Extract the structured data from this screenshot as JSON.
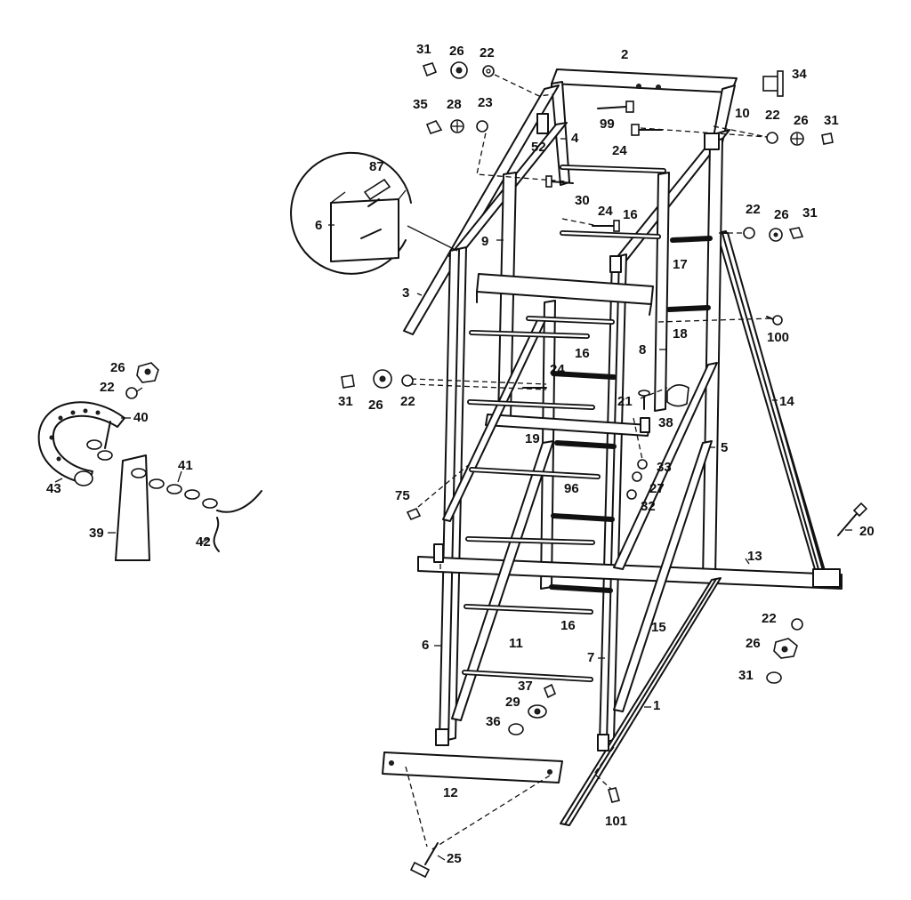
{
  "callouts": {
    "c2": "2",
    "c34": "34",
    "c10": "10",
    "c22a": "22",
    "c26a": "26",
    "c31a": "31",
    "c31b": "31",
    "c26b": "26",
    "c22b": "22",
    "c35": "35",
    "c28": "28",
    "c23": "23",
    "c99": "99",
    "c4": "4",
    "c52": "52",
    "c24a": "24",
    "c87": "87",
    "c6a": "6",
    "c30": "30",
    "c24b": "24",
    "c16a": "16",
    "c22c": "22",
    "c26c": "26",
    "c31c": "31",
    "c9": "9",
    "c3": "3",
    "c17": "17",
    "c100": "100",
    "c18": "18",
    "c16b": "16",
    "c8": "8",
    "c24c": "24",
    "c31d": "31",
    "c26d": "26",
    "c22d": "22",
    "c21": "21",
    "c14": "14",
    "c38": "38",
    "c19": "19",
    "c5": "5",
    "c33": "33",
    "c27": "27",
    "c96": "96",
    "c32": "32",
    "c75": "75",
    "c20": "20",
    "c13": "13",
    "c16c": "16",
    "c15": "15",
    "c22e": "22",
    "c6b": "6",
    "c11": "11",
    "c26e": "26",
    "c7": "7",
    "c31e": "31",
    "c37": "37",
    "c1": "1",
    "c29": "29",
    "c36": "36",
    "c12": "12",
    "c101": "101",
    "c25": "25",
    "c26f": "26",
    "c22f": "22",
    "c40": "40",
    "c43": "43",
    "c41": "41",
    "c39": "39",
    "c42": "42"
  }
}
